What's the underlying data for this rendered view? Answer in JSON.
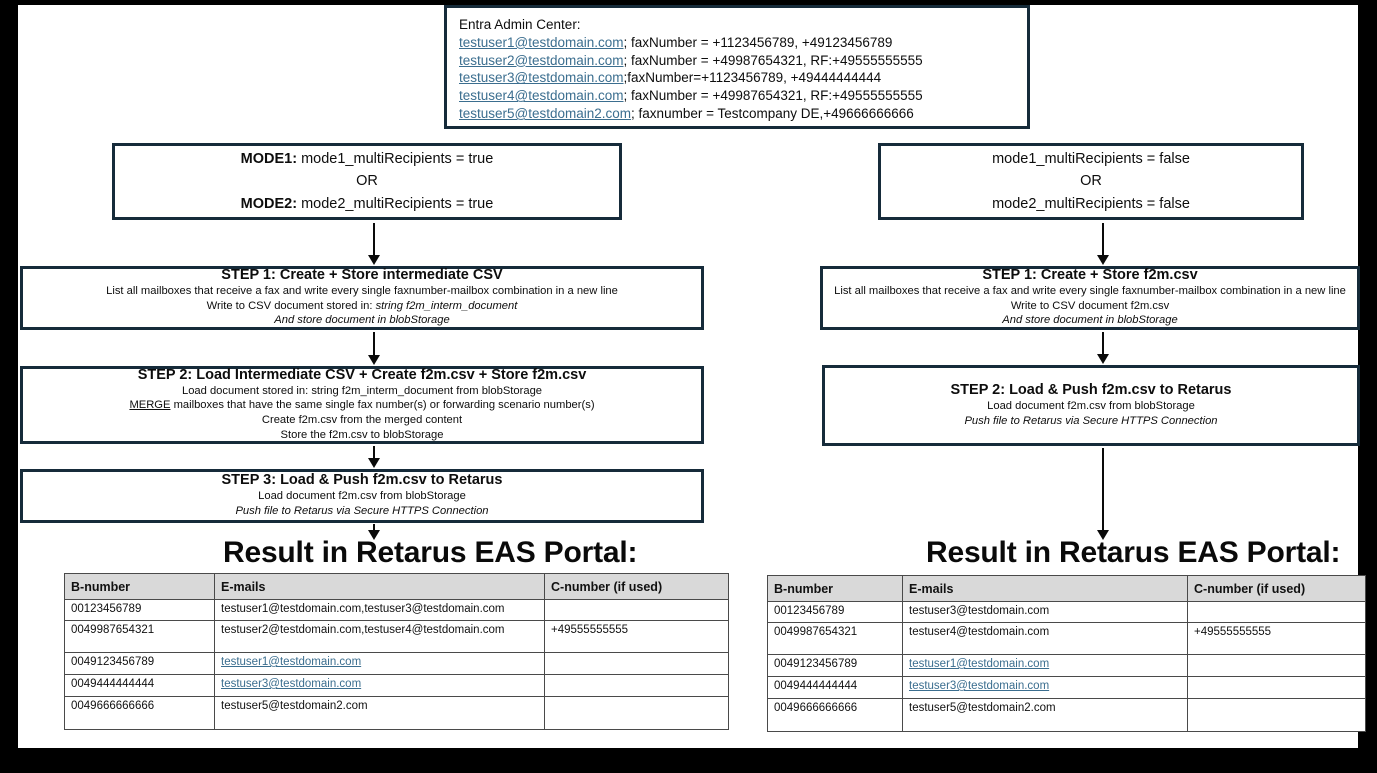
{
  "entra": {
    "title": "Entra Admin Center:",
    "rows": [
      {
        "email": "testuser1@testdomain.com",
        "rest": "; faxNumber = +1123456789, +49123456789"
      },
      {
        "email": "testuser2@testdomain.com",
        "rest": "; faxNumber = +49987654321, RF:+49555555555"
      },
      {
        "email": "testuser3@testdomain.com",
        "rest": ";faxNumber=+1123456789, +49444444444"
      },
      {
        "email": "testuser4@testdomain.com",
        "rest": "; faxNumber = +49987654321, RF:+49555555555"
      },
      {
        "email": "testuser5@testdomain2.com",
        "rest": "; faxnumber = Testcompany DE,+49666666666"
      }
    ]
  },
  "mode_left": {
    "label1": "MODE1:",
    "line1": " mode1_multiRecipients = true",
    "or": "OR",
    "label2": "MODE2:",
    "line2": " mode2_multiRecipients = true"
  },
  "mode_right": {
    "line1": "mode1_multiRecipients = false",
    "or": "OR",
    "line2": "mode2_multiRecipients = false"
  },
  "left_branch": {
    "step1": {
      "heading": "STEP 1: Create + Store  intermediate CSV",
      "line1": "List all mailboxes that receive a fax and write every single faxnumber-mailbox combination in a new line",
      "line2_plain": "Write to CSV document stored in: ",
      "line2_italic": "string f2m_interm_document",
      "line3": "And store document in blobStorage"
    },
    "step2": {
      "heading": "STEP 2: Load Intermediate CSV + Create f2m.csv + Store f2m.csv",
      "line1": "Load document stored in: string f2m_interm_document from blobStorage",
      "line2_underline": "MERGE",
      "line2_rest": " mailboxes that have the same single fax number(s) or forwarding scenario number(s)",
      "line3": "Create f2m.csv from the merged content",
      "line4": "Store the f2m.csv to blobStorage"
    },
    "step3": {
      "heading": "STEP 3: Load & Push f2m.csv to Retarus",
      "line1": "Load document f2m.csv from blobStorage",
      "line2": "Push file to Retarus via Secure HTTPS Connection"
    },
    "result_title": "Result in Retarus EAS Portal:",
    "table": {
      "headers": [
        "B-number",
        "E-mails",
        "C-number (if used)"
      ],
      "rows": [
        {
          "b": "00123456789",
          "emails": "testuser1@testdomain.com,testuser3@testdomain.com",
          "link": false,
          "c": ""
        },
        {
          "b": "0049987654321",
          "emails": "testuser2@testdomain.com,testuser4@testdomain.com",
          "link": false,
          "c": "+49555555555"
        },
        {
          "b": "0049123456789",
          "emails": "testuser1@testdomain.com",
          "link": true,
          "c": ""
        },
        {
          "b": "0049444444444",
          "emails": "testuser3@testdomain.com",
          "link": true,
          "c": ""
        },
        {
          "b": "0049666666666",
          "emails": "testuser5@testdomain2.com",
          "link": false,
          "c": ""
        }
      ]
    }
  },
  "right_branch": {
    "step1": {
      "heading": "STEP 1: Create + Store  f2m.csv",
      "line1": "List all mailboxes that receive a fax and write every single faxnumber-mailbox combination in a new line",
      "line2": "Write to CSV document f2m.csv",
      "line3": "And store document in blobStorage"
    },
    "step2": {
      "heading": "STEP 2: Load & Push f2m.csv to Retarus",
      "line1": "Load document f2m.csv from blobStorage",
      "line2": "Push file to Retarus via Secure HTTPS Connection"
    },
    "result_title": "Result in Retarus EAS Portal:",
    "table": {
      "headers": [
        "B-number",
        "E-mails",
        "C-number (if used)"
      ],
      "rows": [
        {
          "b": "00123456789",
          "emails": "testuser3@testdomain.com",
          "link": false,
          "c": ""
        },
        {
          "b": "0049987654321",
          "emails": "testuser4@testdomain.com",
          "link": false,
          "c": "+49555555555"
        },
        {
          "b": "0049123456789",
          "emails": "testuser1@testdomain.com",
          "link": true,
          "c": ""
        },
        {
          "b": "0049444444444",
          "emails": "testuser3@testdomain.com",
          "link": true,
          "c": ""
        },
        {
          "b": "0049666666666",
          "emails": "testuser5@testdomain2.com",
          "link": false,
          "c": ""
        }
      ]
    }
  },
  "colors": {
    "box_border": "#162b3a",
    "link": "#3b6e8f",
    "table_header_bg": "#d9d9d9",
    "frame": "#000000"
  }
}
